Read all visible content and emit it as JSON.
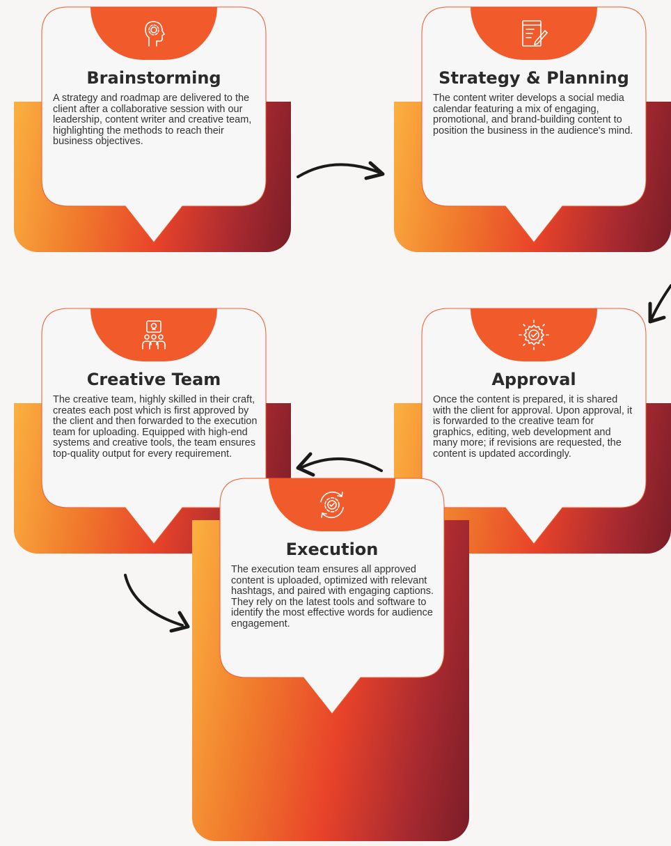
{
  "colors": {
    "accent": "#f15a2b",
    "gradient_start": "#fbb040",
    "gradient_end": "#7a1d28",
    "bubble": "#f7f7f7",
    "arrow": "#1a1a1a"
  },
  "steps": [
    {
      "icon": "head-gear-icon",
      "title": "Brainstorming",
      "body": "A strategy and roadmap are delivered to the client after a collaborative session with our leadership, content writer and creative team, highlighting the methods to reach their business objectives."
    },
    {
      "icon": "document-pen-icon",
      "title": "Strategy & Planning",
      "body": "The content writer develops a social media calendar featuring a mix of engaging, promotional, and brand-building content to position the business in the audience's mind."
    },
    {
      "icon": "team-lightbulb-icon",
      "title": "Creative Team",
      "body": "The creative team, highly skilled in their craft, creates each post which is first approved by the client and then forwarded to the execution team for uploading. Equipped with high-end systems and creative tools, the team ensures top-quality output for every requirement."
    },
    {
      "icon": "badge-check-icon",
      "title": "Approval",
      "body": "Once the content is prepared, it is shared with the client for approval. Upon approval, it is forwarded to the creative team for graphics, editing, web development and many more; if revisions are requested, the content is updated accordingly."
    },
    {
      "icon": "cycle-gear-check-icon",
      "title": "Execution",
      "body": "The execution team ensures all approved content is uploaded, optimized with relevant hashtags, and paired with engaging captions. They rely on the latest tools and software to identify the most effective words for audience engagement."
    }
  ]
}
